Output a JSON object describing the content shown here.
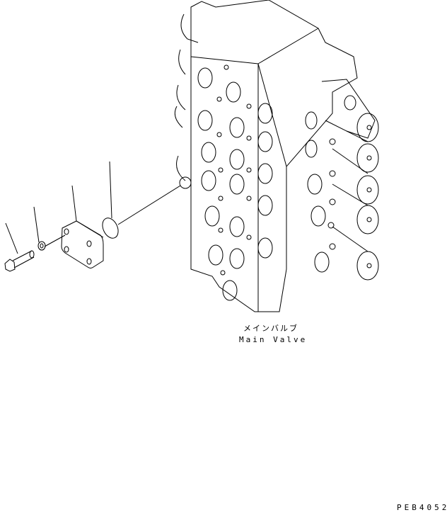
{
  "diagram": {
    "title_jp": "メインバルブ",
    "title_en": "Main Valve",
    "drawing_code": "PEB4052",
    "parts": [
      {
        "name": "bolt",
        "leader": true
      },
      {
        "name": "washer",
        "leader": true
      },
      {
        "name": "cover-plate",
        "leader": true
      },
      {
        "name": "o-ring",
        "leader": true
      },
      {
        "name": "main-valve-assembly",
        "leader": false
      }
    ],
    "colors": {
      "line": "#000000",
      "background": "#ffffff"
    }
  }
}
